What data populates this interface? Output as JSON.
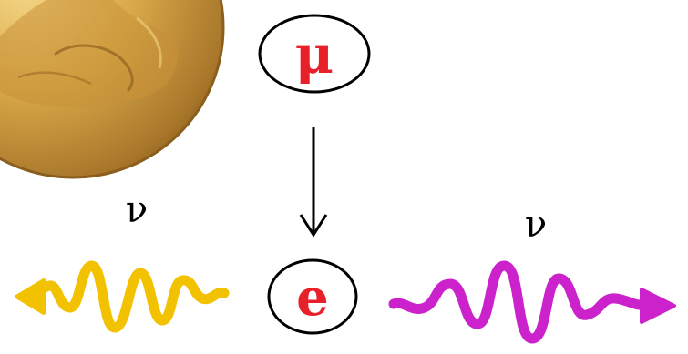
{
  "diagram": {
    "muon": {
      "symbol": "μ",
      "color": "#e8202a"
    },
    "electron": {
      "symbol": "e",
      "color": "#e8202a"
    },
    "neutrino_left": {
      "symbol": "ν",
      "wave_color": "#f2c200"
    },
    "neutrino_right": {
      "symbol": "ν",
      "wave_color": "#cc22cc"
    },
    "medal": {
      "icon": "gold-medal-portrait-icon",
      "color": "#c9962e"
    },
    "decay_arrow": {
      "icon": "arrow-down-icon",
      "color": "#000000"
    }
  }
}
